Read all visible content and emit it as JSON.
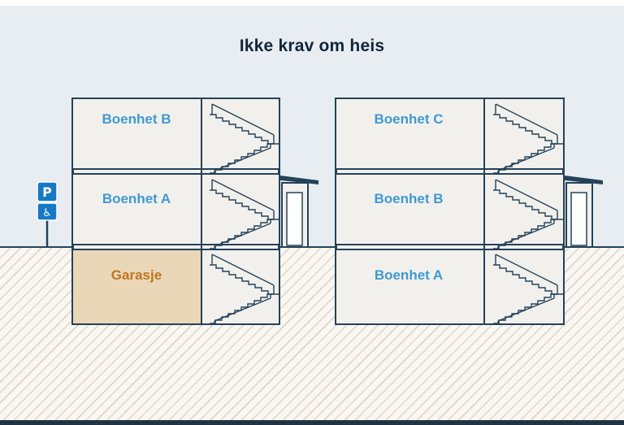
{
  "title": "Ikke krav om heis",
  "buildings": [
    {
      "name": "venstre-bygg",
      "floors": [
        {
          "label": "Boenhet B",
          "type": "unit"
        },
        {
          "label": "Boenhet A",
          "type": "unit"
        },
        {
          "label": "Garasje",
          "type": "garage"
        }
      ]
    },
    {
      "name": "hoyre-bygg",
      "floors": [
        {
          "label": "Boenhet C",
          "type": "unit"
        },
        {
          "label": "Boenhet B",
          "type": "unit"
        },
        {
          "label": "Boenhet A",
          "type": "unit"
        }
      ]
    }
  ],
  "signs": {
    "parking_letter": "P",
    "wheelchair_icon": "♿"
  },
  "colors": {
    "outline": "#24425a",
    "title": "#12263a",
    "unit_label": "#3d9ad1",
    "garage_label": "#c0751f",
    "garage_fill": "#ead7b8",
    "building_fill": "#f2f0ec",
    "sky": "#e8edf2",
    "ground": "#faf7f2",
    "hatch": "#ddd5c8",
    "sign_blue": "#1779c4",
    "footer_bar": "#223444"
  }
}
